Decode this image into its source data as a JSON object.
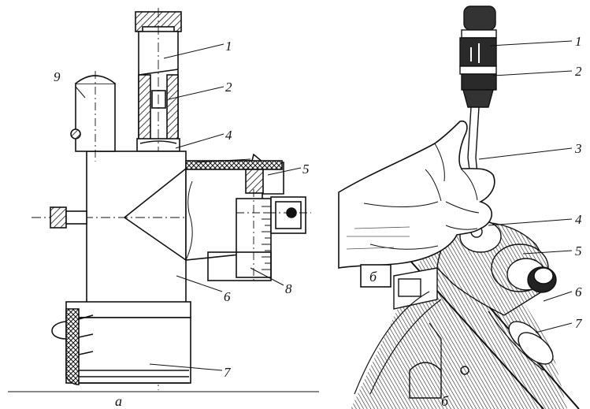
{
  "left_panel": {
    "caption": "а",
    "callouts": [
      "1",
      "2",
      "4",
      "5",
      "6",
      "7",
      "8",
      "9"
    ]
  },
  "right_panel": {
    "caption": "б",
    "callouts": [
      "1",
      "2",
      "3",
      "4",
      "5",
      "6",
      "7"
    ],
    "stamp": "б"
  },
  "colors": {
    "ink": "#111111",
    "paper": "#ffffff",
    "shade": "#777777"
  }
}
